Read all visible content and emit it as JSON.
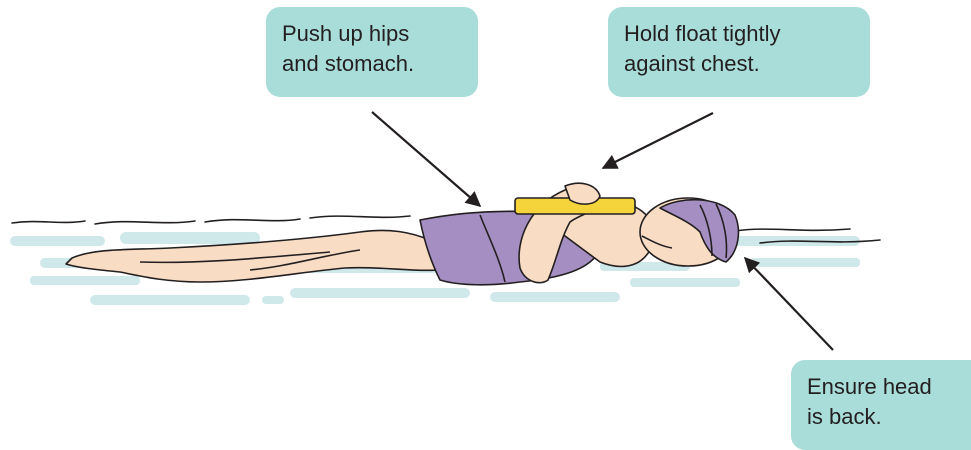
{
  "callouts": {
    "hips": "Push up hips\nand stomach.",
    "float": "Hold float tightly\nagainst chest.",
    "head": "Ensure head\nis back."
  },
  "colors": {
    "callout_bg": "#a9ddd9",
    "water": "#cfe8ea",
    "swimsuit": "#a58fc2",
    "skin": "#f8dcc4",
    "float": "#f5d33b",
    "cap": "#a58fc2",
    "arrow": "#231f20"
  }
}
